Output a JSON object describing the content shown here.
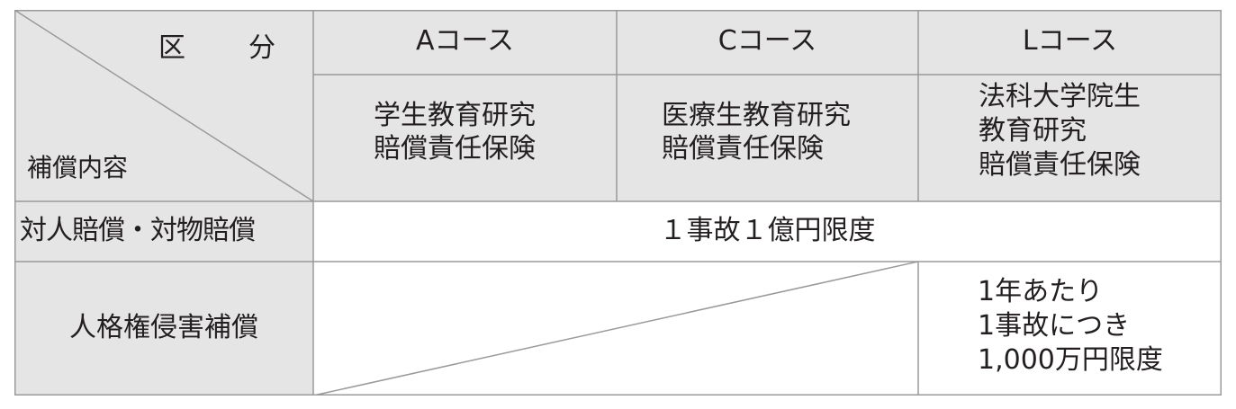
{
  "table": {
    "corner": {
      "top_right_label": "区　分",
      "bottom_left_label": "補償内容"
    },
    "courses": [
      {
        "name": "Aコース",
        "plan_lines": [
          "学生教育研究",
          "賠償責任保険"
        ]
      },
      {
        "name": "Cコース",
        "plan_lines": [
          "医療生教育研究",
          "賠償責任保険"
        ]
      },
      {
        "name": "Lコース",
        "plan_lines": [
          "法科大学院生",
          "教育研究",
          "賠償責任保険"
        ]
      }
    ],
    "rows": [
      {
        "label": "対人賠償・対物賠償",
        "value": "１事故１億円限度"
      },
      {
        "label": "人格権侵害補償",
        "value_lines": [
          "1年あたり",
          "1事故につき",
          "1,000万円限度"
        ]
      }
    ]
  }
}
